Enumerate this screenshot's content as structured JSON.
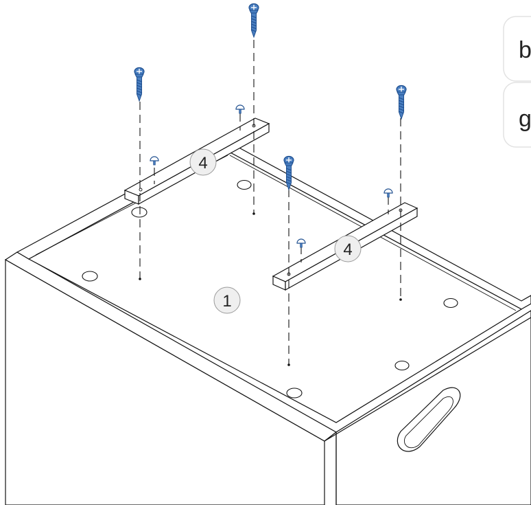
{
  "callouts": {
    "base_panel": "1",
    "rail_left": "4",
    "rail_right": "4"
  },
  "side_panel_labels": [
    "b",
    "g"
  ],
  "colors": {
    "screw_fill": "#4a7fc1",
    "screw_stroke": "#1f4f8f",
    "callout_fill": "#efefef",
    "callout_stroke": "#9a9a9a",
    "line": "#111111"
  },
  "icons": [
    "screw-icon",
    "wood-dowel-icon"
  ]
}
